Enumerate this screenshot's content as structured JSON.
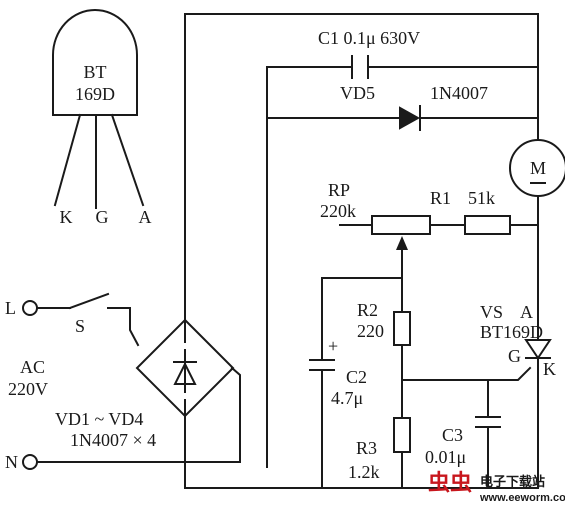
{
  "transistor_package": {
    "text_line1": "BT",
    "text_line2": "169D",
    "pin_k": "K",
    "pin_g": "G",
    "pin_a": "A"
  },
  "components": {
    "c1": "C1 0.1μ 630V",
    "vd5": "VD5",
    "vd5_part": "1N4007",
    "motor": "M",
    "rp": "RP",
    "rp_value": "220k",
    "r1": "R1",
    "r1_value": "51k",
    "r2": "R2",
    "r2_value": "220",
    "c2_polarity": "+",
    "c2": "C2",
    "c2_value": "4.7μ",
    "vs": "VS",
    "vs_anode": "A",
    "vs_part": "BT169D",
    "vs_gate": "G",
    "vs_cathode": "K",
    "r3": "R3",
    "r3_value": "1.2k",
    "c3": "C3",
    "c3_value": "0.01μ"
  },
  "terminals": {
    "l": "L",
    "n": "N",
    "switch": "S",
    "ac": "AC",
    "ac_voltage": "220V",
    "bridge": "VD1 ~ VD4",
    "bridge_part": "1N4007 × 4"
  },
  "watermark": {
    "logo": "虫虫",
    "title": "电子下载站",
    "url": "www.eeworm.com"
  }
}
